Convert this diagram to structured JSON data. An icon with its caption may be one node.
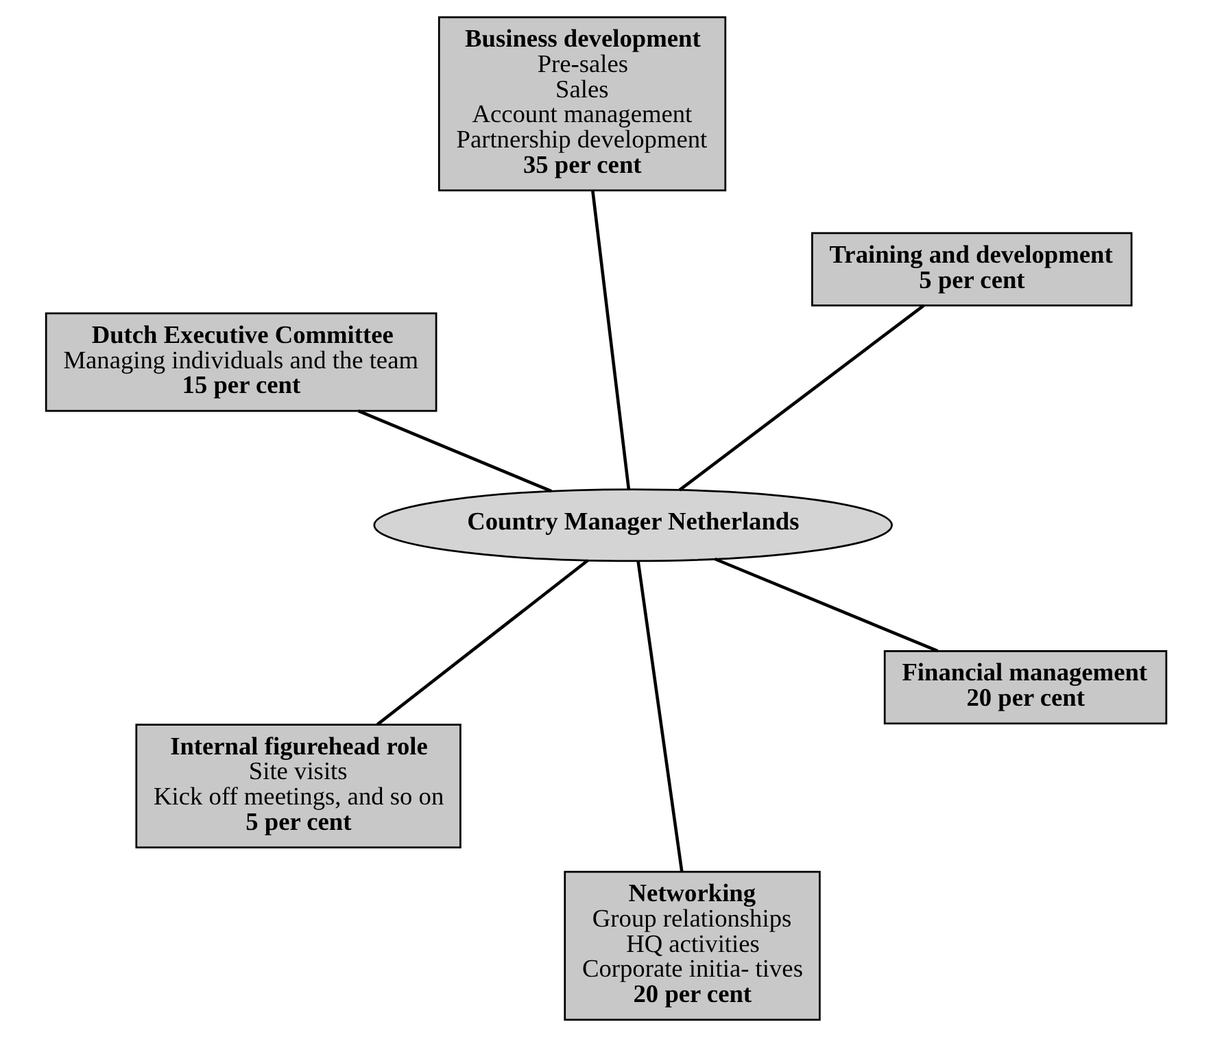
{
  "diagram": {
    "nodes": [
      {
        "text": [
          "Dutch Executive Committee",
          "Managing individuals and the team",
          "15 per cent"
        ]
      },
      {
        "text": [
          "Financial management",
          "20 per cent"
        ]
      },
      {
        "text": [
          "Networking",
          "Group relationships",
          "HQ activities",
          "Corporate initia- tives",
          "20 per cent"
        ]
      },
      {
        "text": [
          "Country Manager Netherlands"
        ]
      },
      {
        "text": [
          "Training and development",
          "5 per cent"
        ]
      },
      {
        "text": [
          "Business development",
          "Pre-sales",
          "Sales",
          "Account management",
          "Partnership development",
          "35 per cent"
        ]
      },
      {
        "text": [
          "Internal figurehead role",
          "Site visits",
          "Kick off meetings, and so on",
          "5 per cent"
        ]
      }
    ],
    "edges": [
      {
        "from": 3,
        "to": 0,
        "arrow": "none"
      },
      {
        "from": 3,
        "to": 1,
        "arrow": "none"
      },
      {
        "from": 3,
        "to": 2,
        "arrow": "none"
      },
      {
        "from": 3,
        "to": 4,
        "arrow": "none"
      },
      {
        "from": 3,
        "to": 5,
        "arrow": "none"
      },
      {
        "from": 3,
        "to": 6,
        "arrow": "none"
      }
    ]
  }
}
